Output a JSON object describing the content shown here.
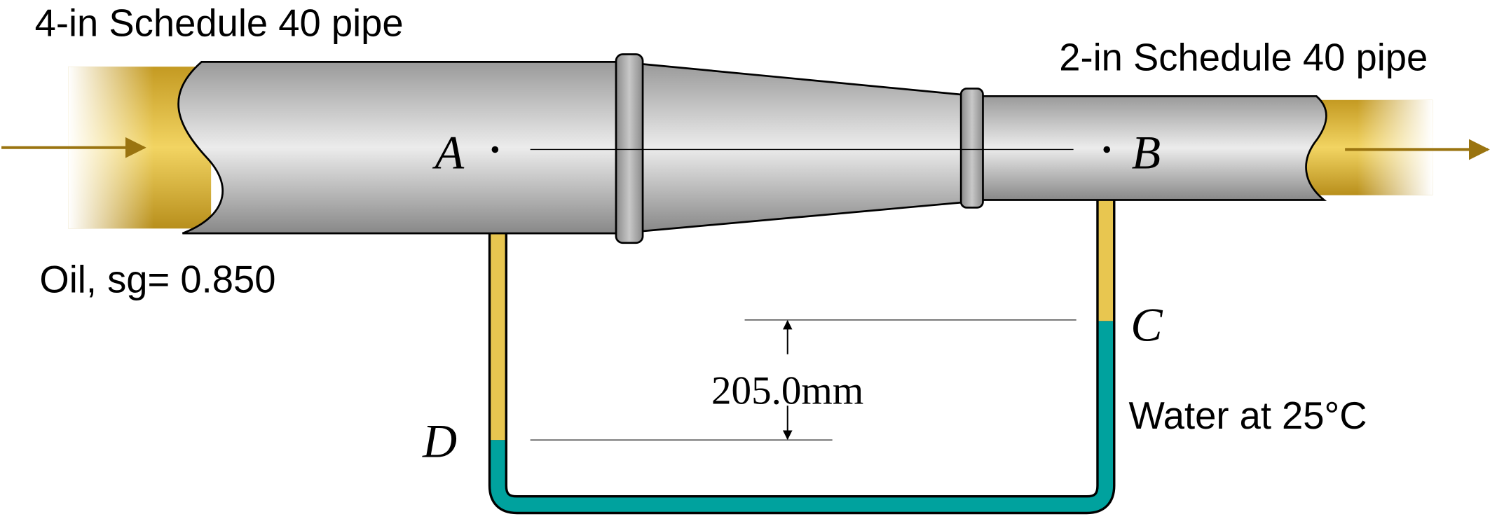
{
  "labels": {
    "left_pipe": "4-in Schedule 40 pipe",
    "right_pipe": "2-in Schedule 40 pipe",
    "oil": "Oil, sg= 0.850",
    "water": "Water at 25°C",
    "height": "205.0mm",
    "point_a": "A",
    "point_b": "B",
    "point_c": "C",
    "point_d": "D"
  },
  "colors": {
    "oil": "#e8c650",
    "water": "#00a29e",
    "pipe": "#b0b0b0"
  }
}
